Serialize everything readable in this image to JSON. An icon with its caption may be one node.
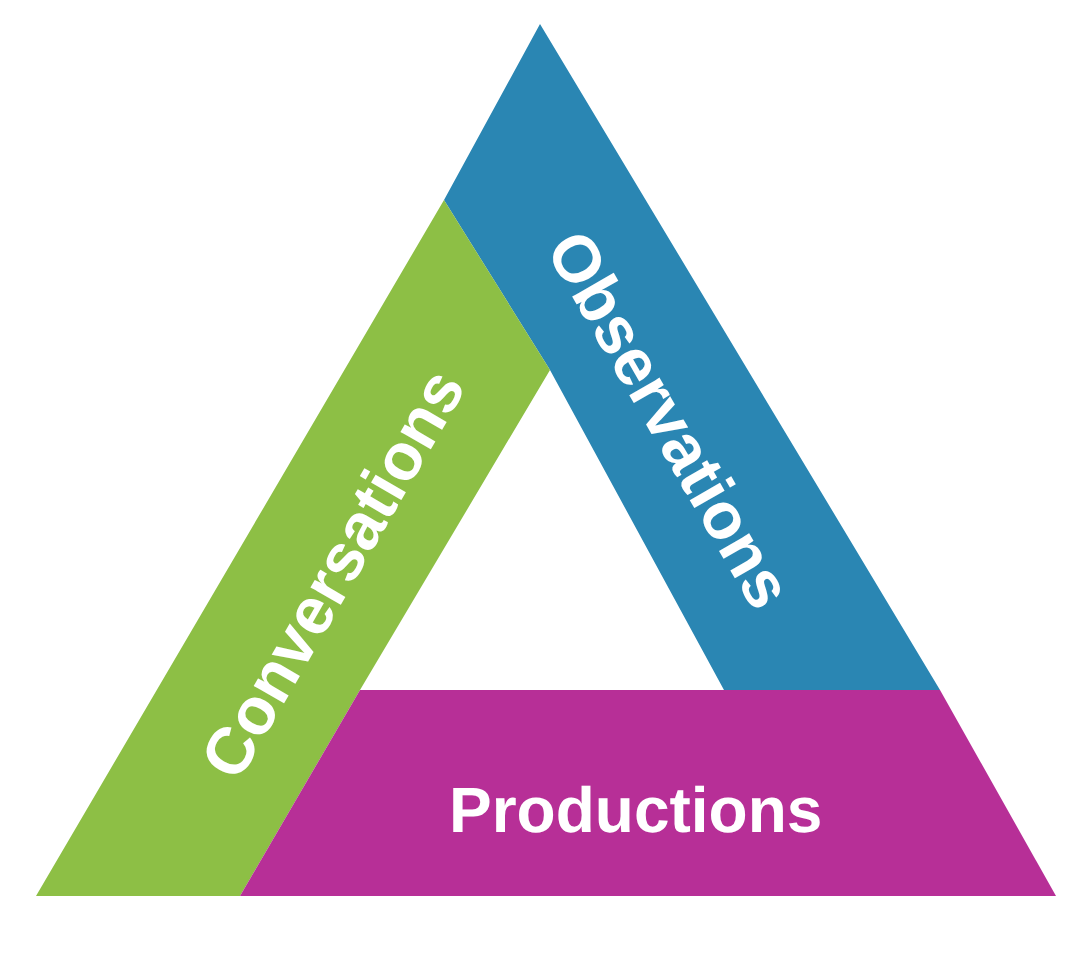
{
  "diagram": {
    "nodes": [
      {
        "text": [
          "Observations"
        ]
      },
      {
        "text": [
          "Conversations"
        ]
      },
      {
        "text": [
          "Productions"
        ]
      }
    ]
  }
}
